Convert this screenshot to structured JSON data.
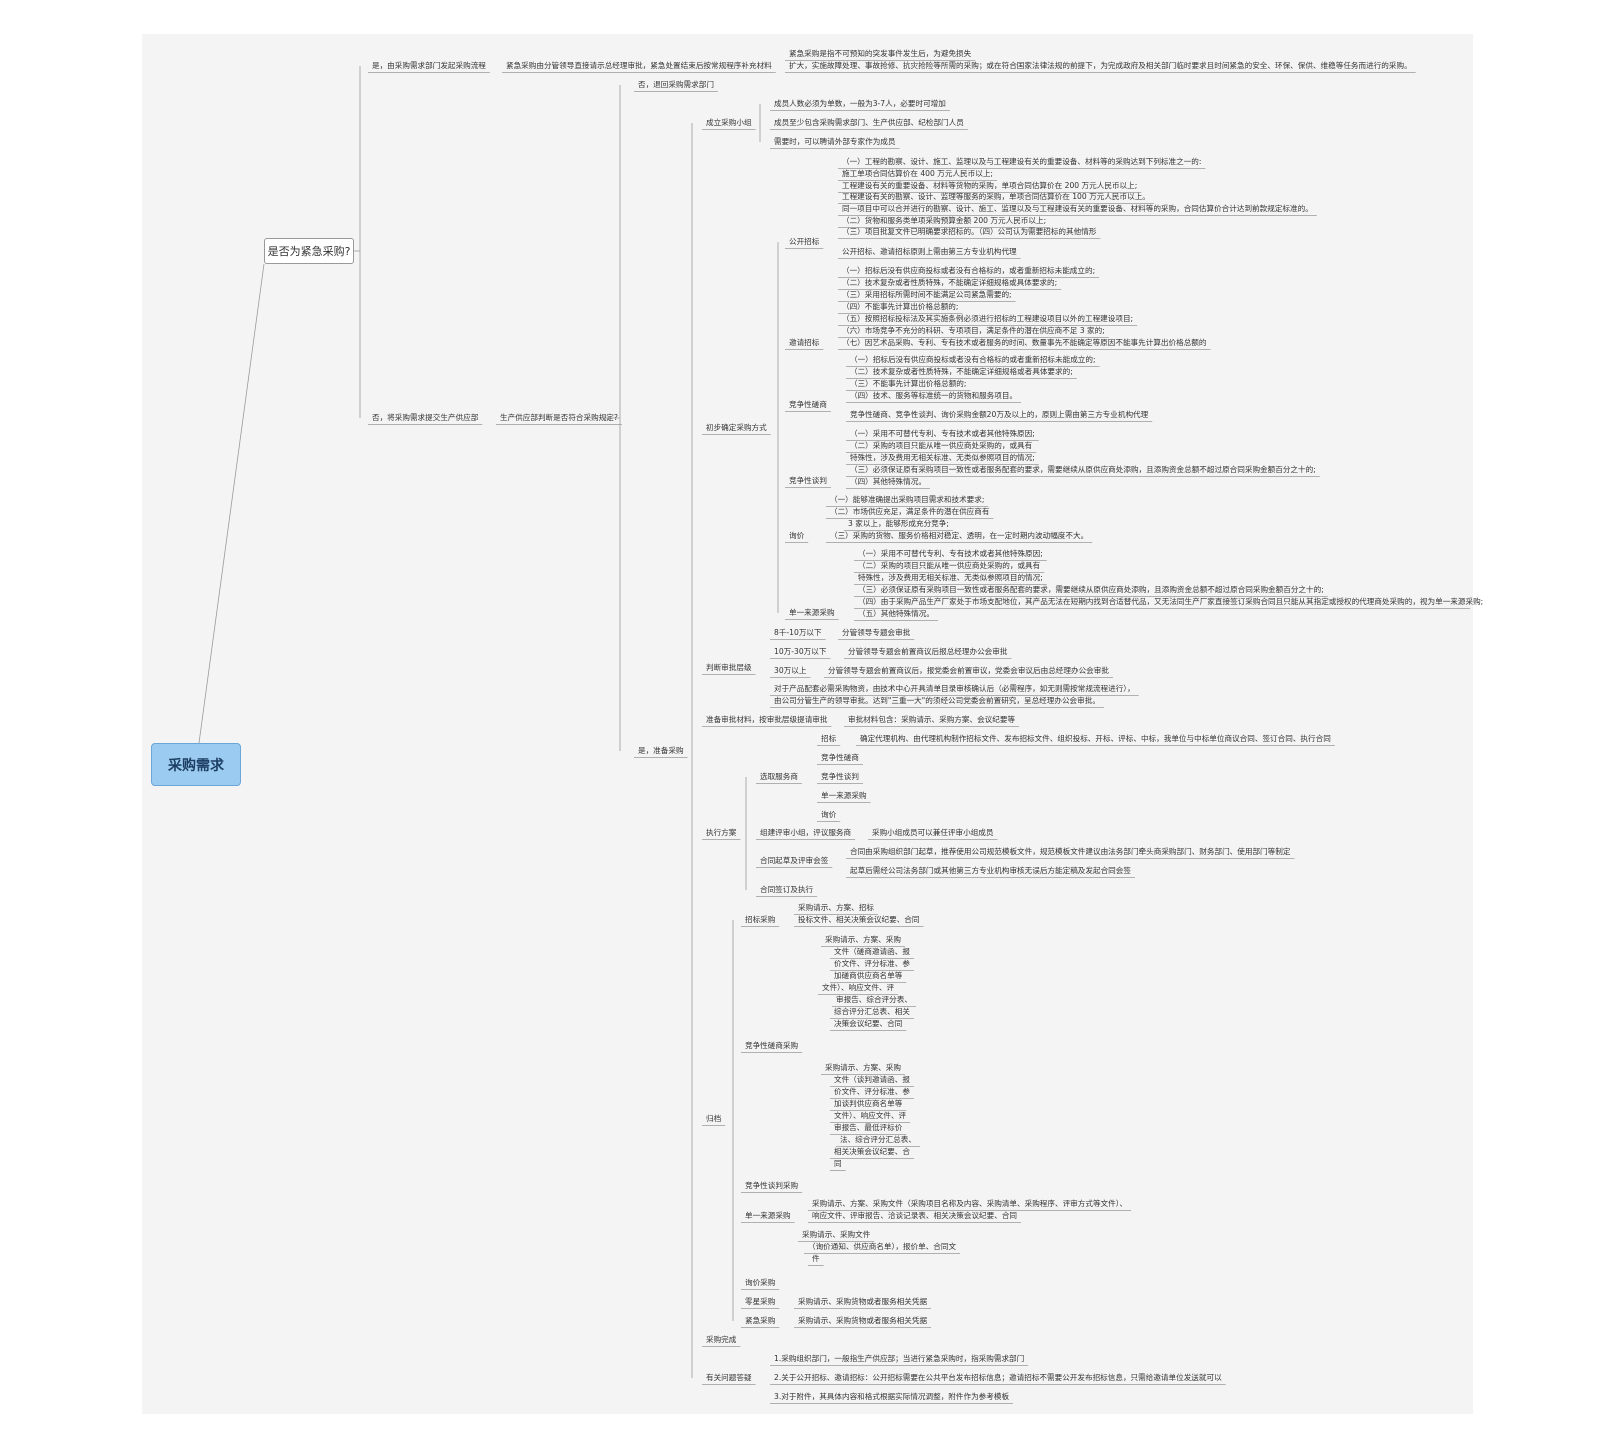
{
  "root": "采购需求",
  "q": "是否为紧急采购?",
  "yes": "是，由采购需求部门发起采购流程",
  "yes_detail": "紧急采购由分管领导直接请示总经理审批，紧急处置结束后按常规程序补充材料",
  "emergency_def": [
    "紧急采购是指不可预知的突发事件发生后，为避免损失",
    "扩大，实施故障处理、事故抢修、抗灾抢险等所需的采购；或在符合国家法律法规的前提下，为完成政府及相关部门临时要求且时间紧急的安全、环保、保供、维稳等任务而进行的采购。"
  ],
  "no": "否，将采购需求提交生产供应部",
  "no_q": "生产供应部判断是否符合采购规定?",
  "no_return": "否，退回采购需求部门",
  "yes_prep": "是，准备采购",
  "team": "成立采购小组",
  "team_items": [
    "成员人数必须为单数，一般为3-7人，必要时可增加",
    "成员至少包含采购需求部门、生产供应部、纪检部门人员",
    "需要时，可以聘请外部专家作为成员"
  ],
  "method": "初步确定采购方式",
  "open_bid": "公开招标",
  "open_bid_text": [
    "（一）工程的勘察、设计、施工、监理以及与工程建设有关的重要设备、材料等的采购达到下列标准之一的:",
    "施工单项合同估算价在 400 万元人民币以上;",
    "工程建设有关的重要设备、材料等货物的采购，单项合同估算价在 200 万元人民币以上;",
    "工程建设有关的勘察、设计、监理等服务的采购，单项合同估算价在 100 万元人民币以上。",
    "同一项目中可以合并进行的勘察、设计、施工、监理以及与工程建设有关的重要设备、材料等的采购，合同估算价合计达到前款规定标准的。",
    "（二）货物和服务类单项采购预算金额 200 万元人民币以上;",
    "（三）项目批复文件已明确要求招标的。（四）公司认为需要招标的其他情形"
  ],
  "open_bid_note": "公开招标、邀请招标原则上需由第三方专业机构代理",
  "invite_bid": "邀请招标",
  "invite_bid_text": [
    "（一）招标后没有供应商投标或者没有合格标的，或者重新招标未能成立的;",
    "（二）技术复杂或者性质特殊，不能确定详细规格或具体要求的;",
    "（三）采用招标所需时间不能满足公司紧急需要的;",
    "（四）不能事先计算出价格总额的;",
    "（五）按照招标投标法及其实施条例必须进行招标的工程建设项目以外的工程建设项目;",
    "（六）市场竞争不充分的科研、专项项目，满足条件的潜在供应商不足 3 家的;",
    "（七）因艺术品采购、专利、专有技术或者服务的时间、数量事先不能确定等原因不能事先计算出价格总额的"
  ],
  "comp_neg": "竞争性磋商",
  "comp_neg_text": [
    "（一）招标后没有供应商投标或者没有合格标的或者重新招标未能成立的;",
    "（二）技术复杂或者性质特殊，不能确定详细规格或者具体要求的;",
    "（三）不能事先计算出价格总额的;",
    "（四）技术、服务等标准统一的货物和服务项目。"
  ],
  "comp_neg_note": "竞争性磋商、竞争性谈判、询价采购金额20万及以上的，原则上需由第三方专业机构代理",
  "comp_talk": "竞争性谈判",
  "comp_talk_text": [
    "（一）采用不可替代专利、专有技术或者其他特殊原因;",
    "（二）采购的项目只能从唯一供应商处采购的，或具有",
    "特殊性，涉及费用无相关标准、无类似参照项目的情况;",
    "（三）必须保证原有采购项目一致性或者服务配套的要求，需要继续从原供应商处添购，且添购资金总额不超过原合同采购金额百分之十的;",
    "（四）其他特殊情况。"
  ],
  "inquiry": "询价",
  "inquiry_text": [
    "（一）能够准确提出采购项目需求和技术要求;",
    "（二）市场供应充足，满足条件的潜在供应商有",
    "3 家以上，能够形成充分竞争;",
    "（三）采购的货物、服务价格相对稳定、透明，在一定时期内波动幅度不大。"
  ],
  "single": "单一来源采购",
  "single_text": [
    "（一）采用不可替代专利、专有技术或者其他特殊原因;",
    "（二）采购的项目只能从唯一供应商处采购的，或具有",
    "特殊性，涉及费用无相关标准、无类似参照项目的情况;",
    "（三）必须保证原有采购项目一致性或者服务配套的要求，需要继续从原供应商处添购，且添购资金总额不超过原合同采购金额百分之十的;",
    "（四）由于采购产品生产厂家处于市场支配地位，其产品无法在短期内找到合适替代品，又无法同生产厂家直接签订采购合同且只能从其指定或授权的代理商处采购的，视为单一来源采购;",
    "（五）其他特殊情况。"
  ],
  "approve": "判断审批层级",
  "approve_items": [
    {
      "k": "8千-10万以下",
      "v": "分管领导专题会审批"
    },
    {
      "k": "10万-30万以下",
      "v": "分管领导专题会前置商议后报总经理办公会审批"
    },
    {
      "k": "30万以上",
      "v": "分管领导专题会前置商议后，报党委会前置审议，党委会审议后由总经理办公会审批"
    }
  ],
  "approve_extra": [
    "对于产品配套必需采购物资，由技术中心开具清单目录审核确认后（必需程序，如无则需按常规流程进行），",
    "由公司分管生产的领导审批。达到\"三重一大\"的须经公司党委会前置研究，呈总经理办公会审批。"
  ],
  "prep": "准备审批材料，按审批层级提请审批",
  "prep_note": "审批材料包含：采购请示、采购方案、会议纪要等",
  "exec": "执行方案",
  "select": "选取服务商",
  "select_items": [
    "招标",
    "竞争性磋商",
    "竞争性谈判",
    "单一来源采购",
    "询价"
  ],
  "bid_text": "确定代理机构、由代理机构制作招标文件、发布招标文件、组织投标、开标、评标、中标，我单位与中标单位商议合同、签订合同、执行合同",
  "team_eval": "组建评审小组，评议服务商",
  "team_eval_note": "采购小组成员可以兼任评审小组成员",
  "contract": "合同起草及评审会签",
  "contract_items": [
    "合同由采购组织部门起草，推荐使用公司规范模板文件，规范模板文件建议由法务部门牵头商采购部门、财务部门、使用部门等制定",
    "起草后需经公司法务部门或其他第三方专业机构审核无误后方能定稿及发起合同会签"
  ],
  "sign": "合同签订及执行",
  "archive": "归档",
  "arch_bid": "招标采购",
  "arch_bid_text": [
    "采购请示、方案、招标",
    "投标文件、相关决策会议纪要、合同"
  ],
  "arch_neg": "竞争性磋商采购",
  "arch_neg_text": [
    "采购请示、方案、采购",
    "文件（磋商邀请函、报",
    "价文件、评分标准、参",
    "加磋商供应商名单等",
    "文件）、响应文件、评",
    "审报告、综合评分表、",
    "综合评分汇总表、相关",
    "决策会议纪要、合同"
  ],
  "arch_talk": "竞争性谈判采购",
  "arch_talk_text": [
    "采购请示、方案、采购",
    "文件（谈判邀请函、报",
    "价文件、评分标准、参",
    "加谈判供应商名单等",
    "文件）、响应文件、评",
    "审报告、最低评标价",
    "法、综合评分汇总表、",
    "相关决策会议纪要、合",
    "同"
  ],
  "arch_single": "单一来源采购",
  "arch_single_text": [
    "采购请示、方案、采购文件（采购项目名称及内容、采购清单、采购程序、评审方式等文件）、",
    "响应文件、评审报告、洽谈记录表、相关决策会议纪要、合同"
  ],
  "arch_inq": "询价采购",
  "arch_inq_text": [
    "采购请示、采购文件",
    "（询价通知、供应商名单），报价单、合同文",
    "件"
  ],
  "arch_small": "零星采购",
  "arch_small_text": "采购请示、采购货物或者服务相关凭据",
  "arch_urgent": "紧急采购",
  "arch_urgent_text": "采购请示、采购货物或者服务相关凭据",
  "done": "采购完成",
  "faq": "有关问题答疑",
  "faq_items": [
    "1.采购组织部门，一般指生产供应部；当进行紧急采购时，指采购需求部门",
    "2.关于公开招标、邀请招标：公开招标需要在公共平台发布招标信息；邀请招标不需要公开发布招标信息，只需给邀请单位发送就可以",
    "3.对于附件，其具体内容和格式根据实际情况调整，附件作为参考模板"
  ]
}
